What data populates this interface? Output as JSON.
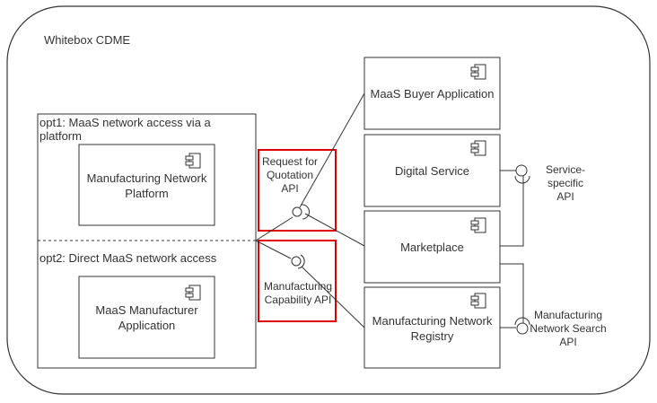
{
  "diagram": {
    "container": {
      "title": "Whitebox CDME"
    },
    "alt_fragment": {
      "opt1_label": "opt1: MaaS network access via a platform",
      "opt2_label": "opt2: Direct MaaS network access"
    },
    "components": {
      "manufacturing_network_platform": "Manufacturing Network Platform",
      "maas_manufacturer_application": "MaaS Manufacturer Application",
      "maas_buyer_application": "MaaS Buyer Application",
      "digital_service": "Digital Service",
      "marketplace": "Marketplace",
      "manufacturing_network_registry": "Manufacturing Network Registry"
    },
    "interfaces": {
      "request_for_quotation_api": "Request for Quotation API",
      "manufacturing_capability_api": "Manufacturing Capability API",
      "service_specific_api": "Service-specific API",
      "manufacturing_network_search_api": "Manufacturing Network Search API"
    },
    "colors": {
      "line": "#333333",
      "highlight": "#e00000"
    }
  }
}
